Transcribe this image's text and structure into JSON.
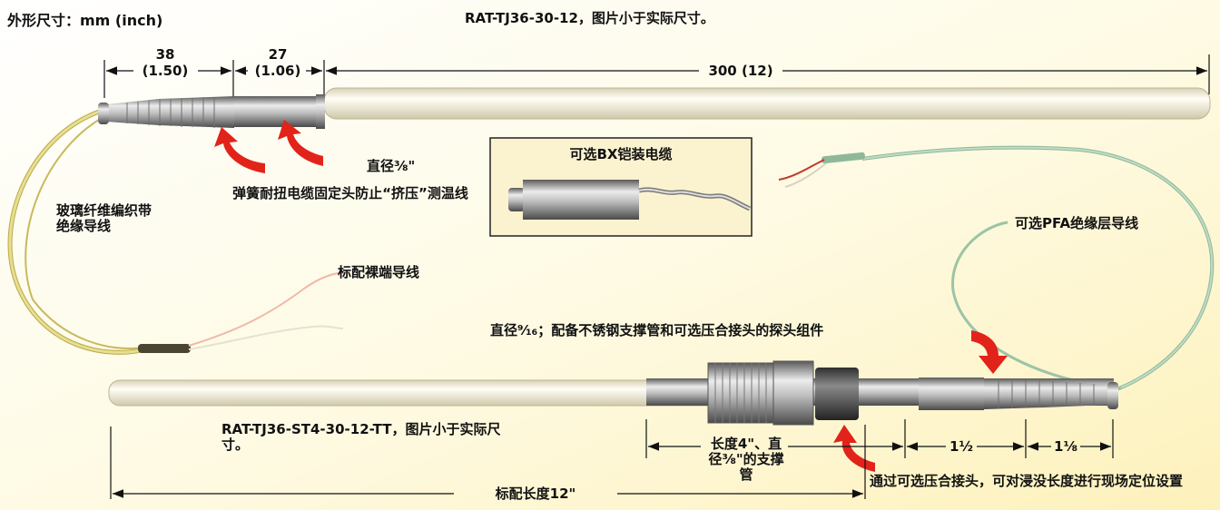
{
  "colors": {
    "background_gradient": "#fdf1bb",
    "callout_arrow": "#e2231a"
  },
  "labels": {
    "dimension_unit": "外形尺寸：mm (inch)",
    "top_caption": "RAT-TJ36-30-12，图片小于实际尺寸。",
    "dim_38": "38",
    "dim_38_in": "(1.50)",
    "dim_27": "27",
    "dim_27_in": "(1.06)",
    "dim_300": "300 (12)",
    "diameter_top": "直径⅜\"",
    "spring_note": "弹簧耐扭电缆固定头防止“挤压”测温线",
    "glass_leads": "玻璃纤维编织带绝缘导线",
    "bx_cable": "可选BX铠装电缆",
    "pfa_leads": "可选PFA绝缘层导线",
    "bare_leads": "标配裸端导线",
    "diameter_bottom": "直径⁹⁄₁₆；配备不锈钢支撑管和可选压合接头的探头组件",
    "bottom_caption": "RAT-TJ36-ST4-30-12-TT，图片小于实际尺寸。",
    "support_tube": "长度4\"、直径⅜\"的支撑管",
    "dim_1_half": "1½",
    "dim_1_eighth": "1⅛",
    "compression_note": "通过可选压合接头，可对浸没长度进行现场定位设置",
    "standard_length": "标配长度12\""
  }
}
